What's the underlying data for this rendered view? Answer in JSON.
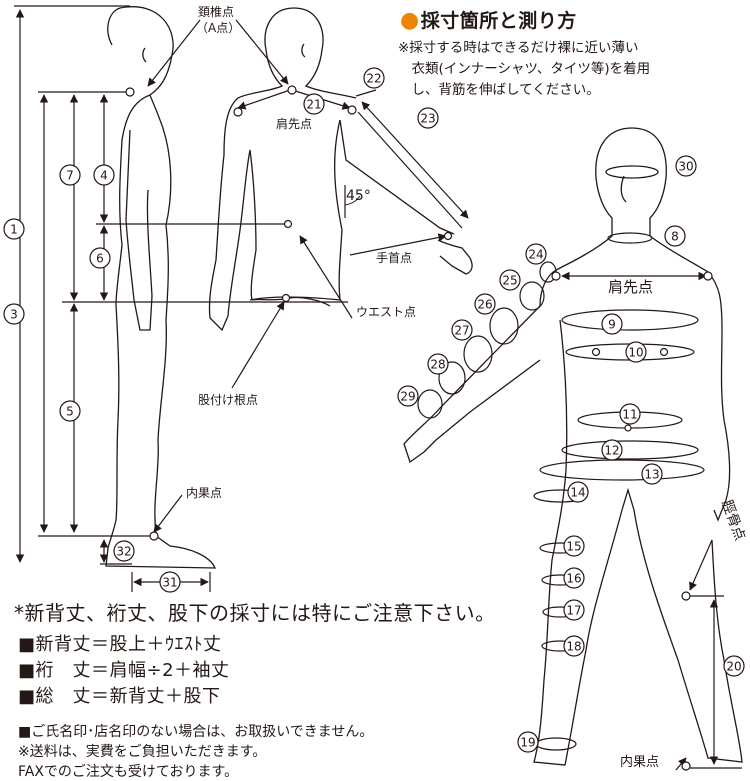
{
  "header": {
    "title": "採寸箇所と測り方",
    "note_lines": [
      "※採寸する時はできるだけ裸に近い薄い",
      "　衣類(インナーシャツ、タイツ等)を着用",
      "　し、背筋を伸ばしてください。"
    ]
  },
  "labels": {
    "neck_point": "頚椎点",
    "neck_point_sub": "（A点）",
    "shoulder_point_back": "肩先点",
    "angle": "45°",
    "wrist_point": "手首点",
    "waist_point": "ウエスト点",
    "crotch_point": "股付け根点",
    "inner_ankle_side": "内果点",
    "shoulder_point_front": "肩先点",
    "tibia_point": "脛骨点",
    "inner_ankle_front": "内果点"
  },
  "measurements": [
    "1",
    "3",
    "4",
    "5",
    "6",
    "7",
    "8",
    "9",
    "10",
    "11",
    "12",
    "13",
    "14",
    "15",
    "16",
    "17",
    "18",
    "19",
    "20",
    "21",
    "22",
    "23",
    "24",
    "25",
    "26",
    "27",
    "28",
    "29",
    "30",
    "31",
    "32"
  ],
  "caution": "*新背丈、裄丈、股下の採寸には特にご注意下さい。",
  "formulas": [
    "■新背丈＝股上＋ｳｴｽﾄ丈",
    "■裄　丈＝肩幅÷2＋袖丈",
    "■総　丈＝新背丈＋股下"
  ],
  "footer_lines": [
    "■ご氏名印･店名印のない場合は、お取扱いできません。",
    "※送料は、実費をご負担いただきます。",
    "FAXでのご注文も受けております。"
  ],
  "colors": {
    "accent_dot": "#f08300",
    "line": "#231815"
  }
}
